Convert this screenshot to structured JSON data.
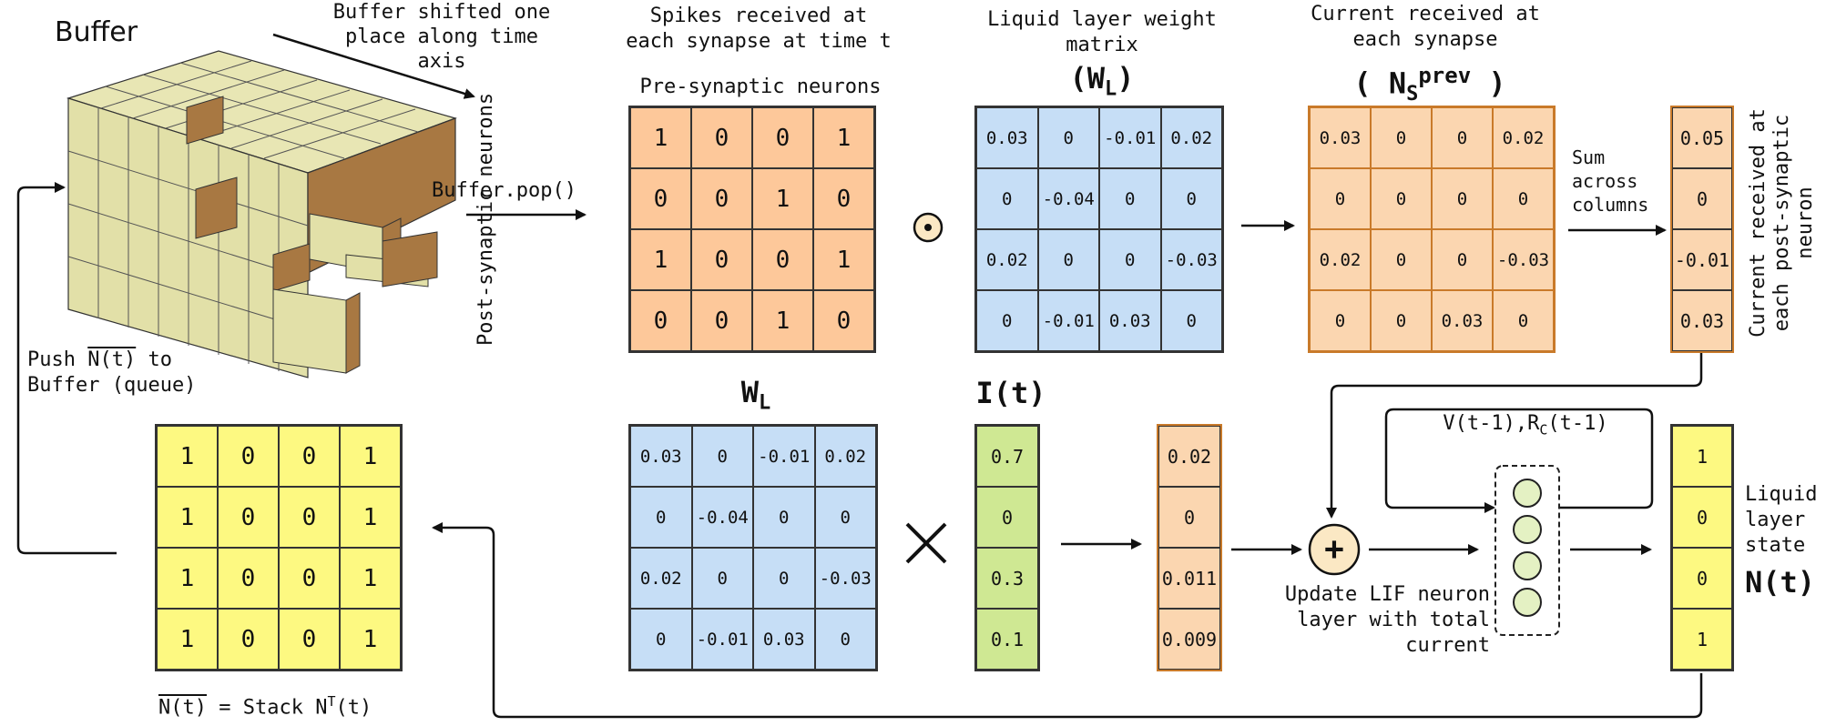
{
  "buffer": {
    "title": "Buffer",
    "shift_note": [
      "Buffer shifted one",
      "place along time",
      "axis"
    ],
    "pop_label": "Buffer.pop()",
    "push_label_prefix": "Push ",
    "push_label_var": "N(t)",
    "push_label_suffix": " to",
    "push_label_line2": "Buffer (queue)"
  },
  "spikes": {
    "title": [
      "Spikes received at",
      "each synapse at time t"
    ],
    "col_axis_label": "Pre-synaptic neurons",
    "row_axis_label": "Post-synaptic neurons",
    "values": [
      [
        "1",
        "0",
        "0",
        "1"
      ],
      [
        "0",
        "0",
        "1",
        "0"
      ],
      [
        "1",
        "0",
        "0",
        "1"
      ],
      [
        "0",
        "0",
        "1",
        "0"
      ]
    ]
  },
  "hadamard_symbol": "⊙",
  "weights": {
    "title": [
      "Liquid layer weight",
      "matrix"
    ],
    "symbol_main": "W",
    "symbol_sub": "L",
    "paren_open": "(",
    "paren_close": ")",
    "values": [
      [
        "0.03",
        "0",
        "-0.01",
        "0.02"
      ],
      [
        "0",
        "-0.04",
        "0",
        "0"
      ],
      [
        "0.02",
        "0",
        "0",
        "-0.03"
      ],
      [
        "0",
        "-0.01",
        "0.03",
        "0"
      ]
    ]
  },
  "current": {
    "title": [
      "Current received at",
      "each synapse"
    ],
    "symbol_main": "N",
    "symbol_sub": "S",
    "symbol_sup": "prev",
    "paren_open": "(",
    "paren_close": ")",
    "values": [
      [
        "0.03",
        "0",
        "0",
        "0.02"
      ],
      [
        "0",
        "0",
        "0",
        "0"
      ],
      [
        "0.02",
        "0",
        "0",
        "-0.03"
      ],
      [
        "0",
        "0",
        "0.03",
        "0"
      ]
    ]
  },
  "sum_note": [
    "Sum",
    "across",
    "columns"
  ],
  "post_current": {
    "side_label": [
      "Current received at",
      "each post-synaptic",
      "neuron"
    ],
    "values": [
      "0.05",
      "0",
      "-0.01",
      "0.03"
    ]
  },
  "lower_weights": {
    "symbol_main": "W",
    "symbol_sub": "L",
    "values": [
      [
        "0.03",
        "0",
        "-0.01",
        "0.02"
      ],
      [
        "0",
        "-0.04",
        "0",
        "0"
      ],
      [
        "0.02",
        "0",
        "0",
        "-0.03"
      ],
      [
        "0",
        "-0.01",
        "0.03",
        "0"
      ]
    ]
  },
  "times_symbol": "✕",
  "input": {
    "symbol": "I(t)",
    "values": [
      "0.7",
      "0",
      "0.3",
      "0.1"
    ]
  },
  "input_current": {
    "values": [
      "0.02",
      "0",
      "0.011",
      "0.009"
    ]
  },
  "plus_symbol": "+",
  "update_note": [
    "Update LIF neuron",
    "layer with total",
    "current"
  ],
  "feedback_label_a": "V(t-1),R",
  "feedback_label_sub": "C",
  "feedback_label_b": "(t-1)",
  "state": {
    "label": [
      "Liquid",
      "layer",
      "state"
    ],
    "symbol": "N(t)",
    "values": [
      "1",
      "0",
      "0",
      "1"
    ]
  },
  "stack": {
    "values": [
      [
        "1",
        "0",
        "0",
        "1"
      ],
      [
        "1",
        "0",
        "0",
        "1"
      ],
      [
        "1",
        "0",
        "0",
        "1"
      ],
      [
        "1",
        "0",
        "0",
        "1"
      ]
    ],
    "caption_var": "N(t)",
    "caption_mid": " = Stack N",
    "caption_sup": "T",
    "caption_end": "(t)"
  },
  "colors": {
    "orange": "#fdc89a",
    "peach": "#fbd6b0",
    "blue": "#c6def6",
    "yellow": "#fdf981",
    "green": "#cfe893",
    "cube_face": "#e8e6b4",
    "cube_side": "#a87842"
  }
}
